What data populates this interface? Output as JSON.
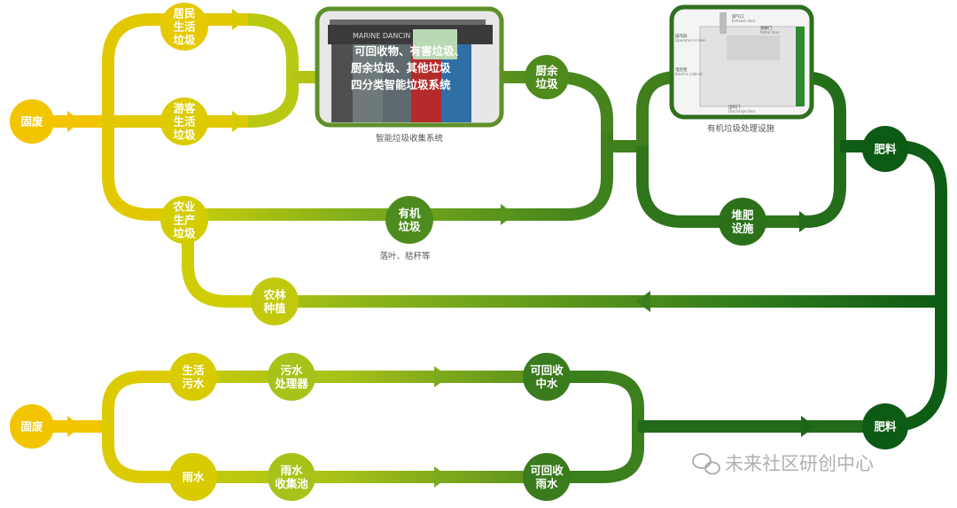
{
  "colors": {
    "yellow": "#f2c500",
    "lime": "#c8cf0c",
    "leaf": "#7fae1c",
    "mid": "#4e8a1e",
    "dark": "#1f6b1a",
    "darkest": "#0d5a14"
  },
  "nodes": {
    "source_top": [
      "固废"
    ],
    "source_bottom": [
      "固废"
    ],
    "resident_waste": [
      "居民",
      "生活",
      "垃圾"
    ],
    "tourist_waste": [
      "游客",
      "生活",
      "垃圾"
    ],
    "agri_waste": [
      "农业",
      "生产",
      "垃圾"
    ],
    "kitchen_waste": [
      "厨余",
      "垃圾"
    ],
    "organic_waste": [
      "有机",
      "垃圾"
    ],
    "compost": [
      "堆肥",
      "设施"
    ],
    "fertilizer_top": [
      "肥料"
    ],
    "fertilizer_bottom": [
      "肥料"
    ],
    "planting": [
      "农林",
      "种植"
    ],
    "domestic_sewage": [
      "生活",
      "污水"
    ],
    "rainwater": [
      "雨水"
    ],
    "sewage_processor": [
      "污水",
      "处理器"
    ],
    "rain_collector": [
      "雨水",
      "收集池"
    ],
    "reclaimed_water": [
      "可回收",
      "中水"
    ],
    "reclaimed_rain": [
      "可回收",
      "雨水"
    ]
  },
  "smart_bin": {
    "overlay_lines": [
      "可回收物、有害垃圾、",
      "厨余垃圾、其他垃圾",
      "四分类智能垃圾系统"
    ],
    "caption": "智能垃圾收集系统",
    "panel_brand": "MARINE  DANCIN"
  },
  "organic_facility": {
    "caption": "有机垃圾处理设施",
    "labels": [
      "排气口",
      "Exhaust door",
      "观察门",
      "Patrol door",
      "操作屏",
      "Operation screen",
      "电控柜",
      "Electric cabinet",
      "出料门",
      "Discharge door"
    ]
  },
  "organic_note": "落叶、秸秆等",
  "watermark": "未来社区研创中心"
}
